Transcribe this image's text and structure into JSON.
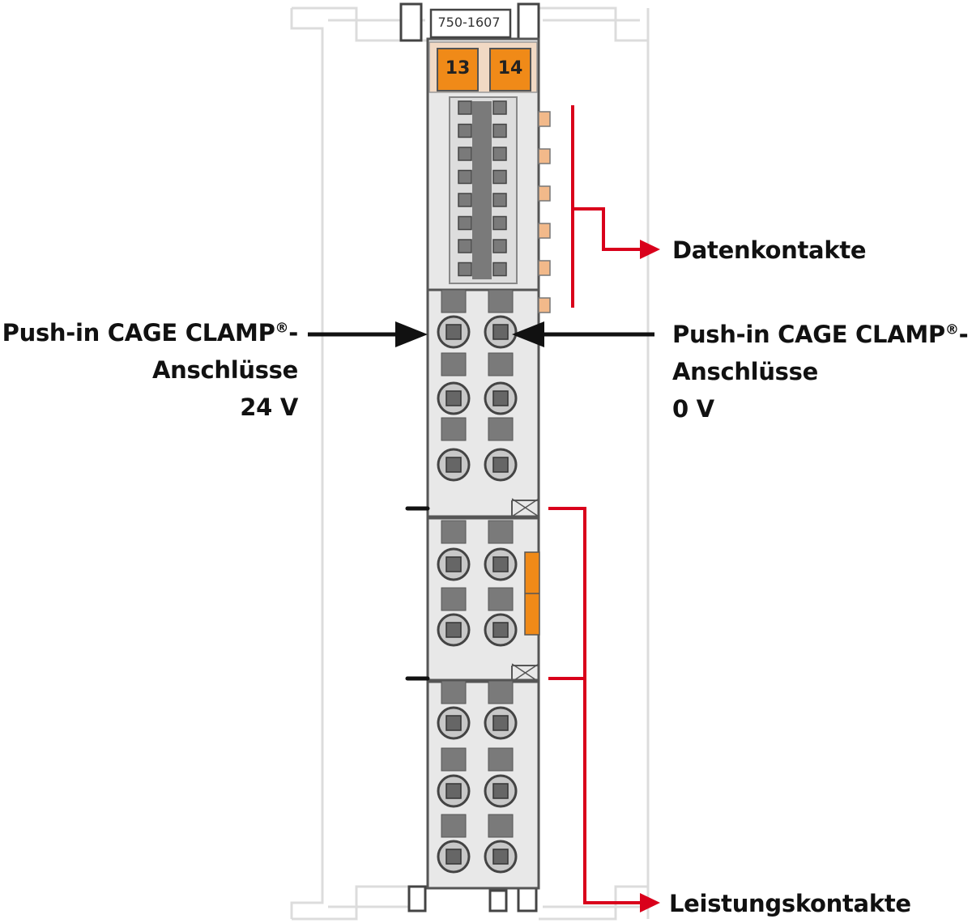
{
  "module": {
    "model_number": "750-1607",
    "markers": [
      "13",
      "14"
    ]
  },
  "labels": {
    "data_contacts": "Datenkontakte",
    "power_contacts": "Leistungskontakte",
    "left_connection": {
      "line1": "Push-in CAGE CLAMP",
      "reg": "®",
      "dash": "-",
      "line2": "Anschlüsse",
      "line3": "24 V"
    },
    "right_connection": {
      "line1": "Push-in CAGE CLAMP",
      "reg": "®",
      "dash": "-",
      "line2": "Anschlüsse",
      "line3": "0 V"
    }
  },
  "colors": {
    "housing": "#e8e8e8",
    "outline": "#555555",
    "dark_gray": "#7a7a7a",
    "orange": "#f08a18",
    "light_orange": "#f2b98a",
    "red": "#d9001b",
    "black": "#111111",
    "rail": "#dcdcdc"
  }
}
